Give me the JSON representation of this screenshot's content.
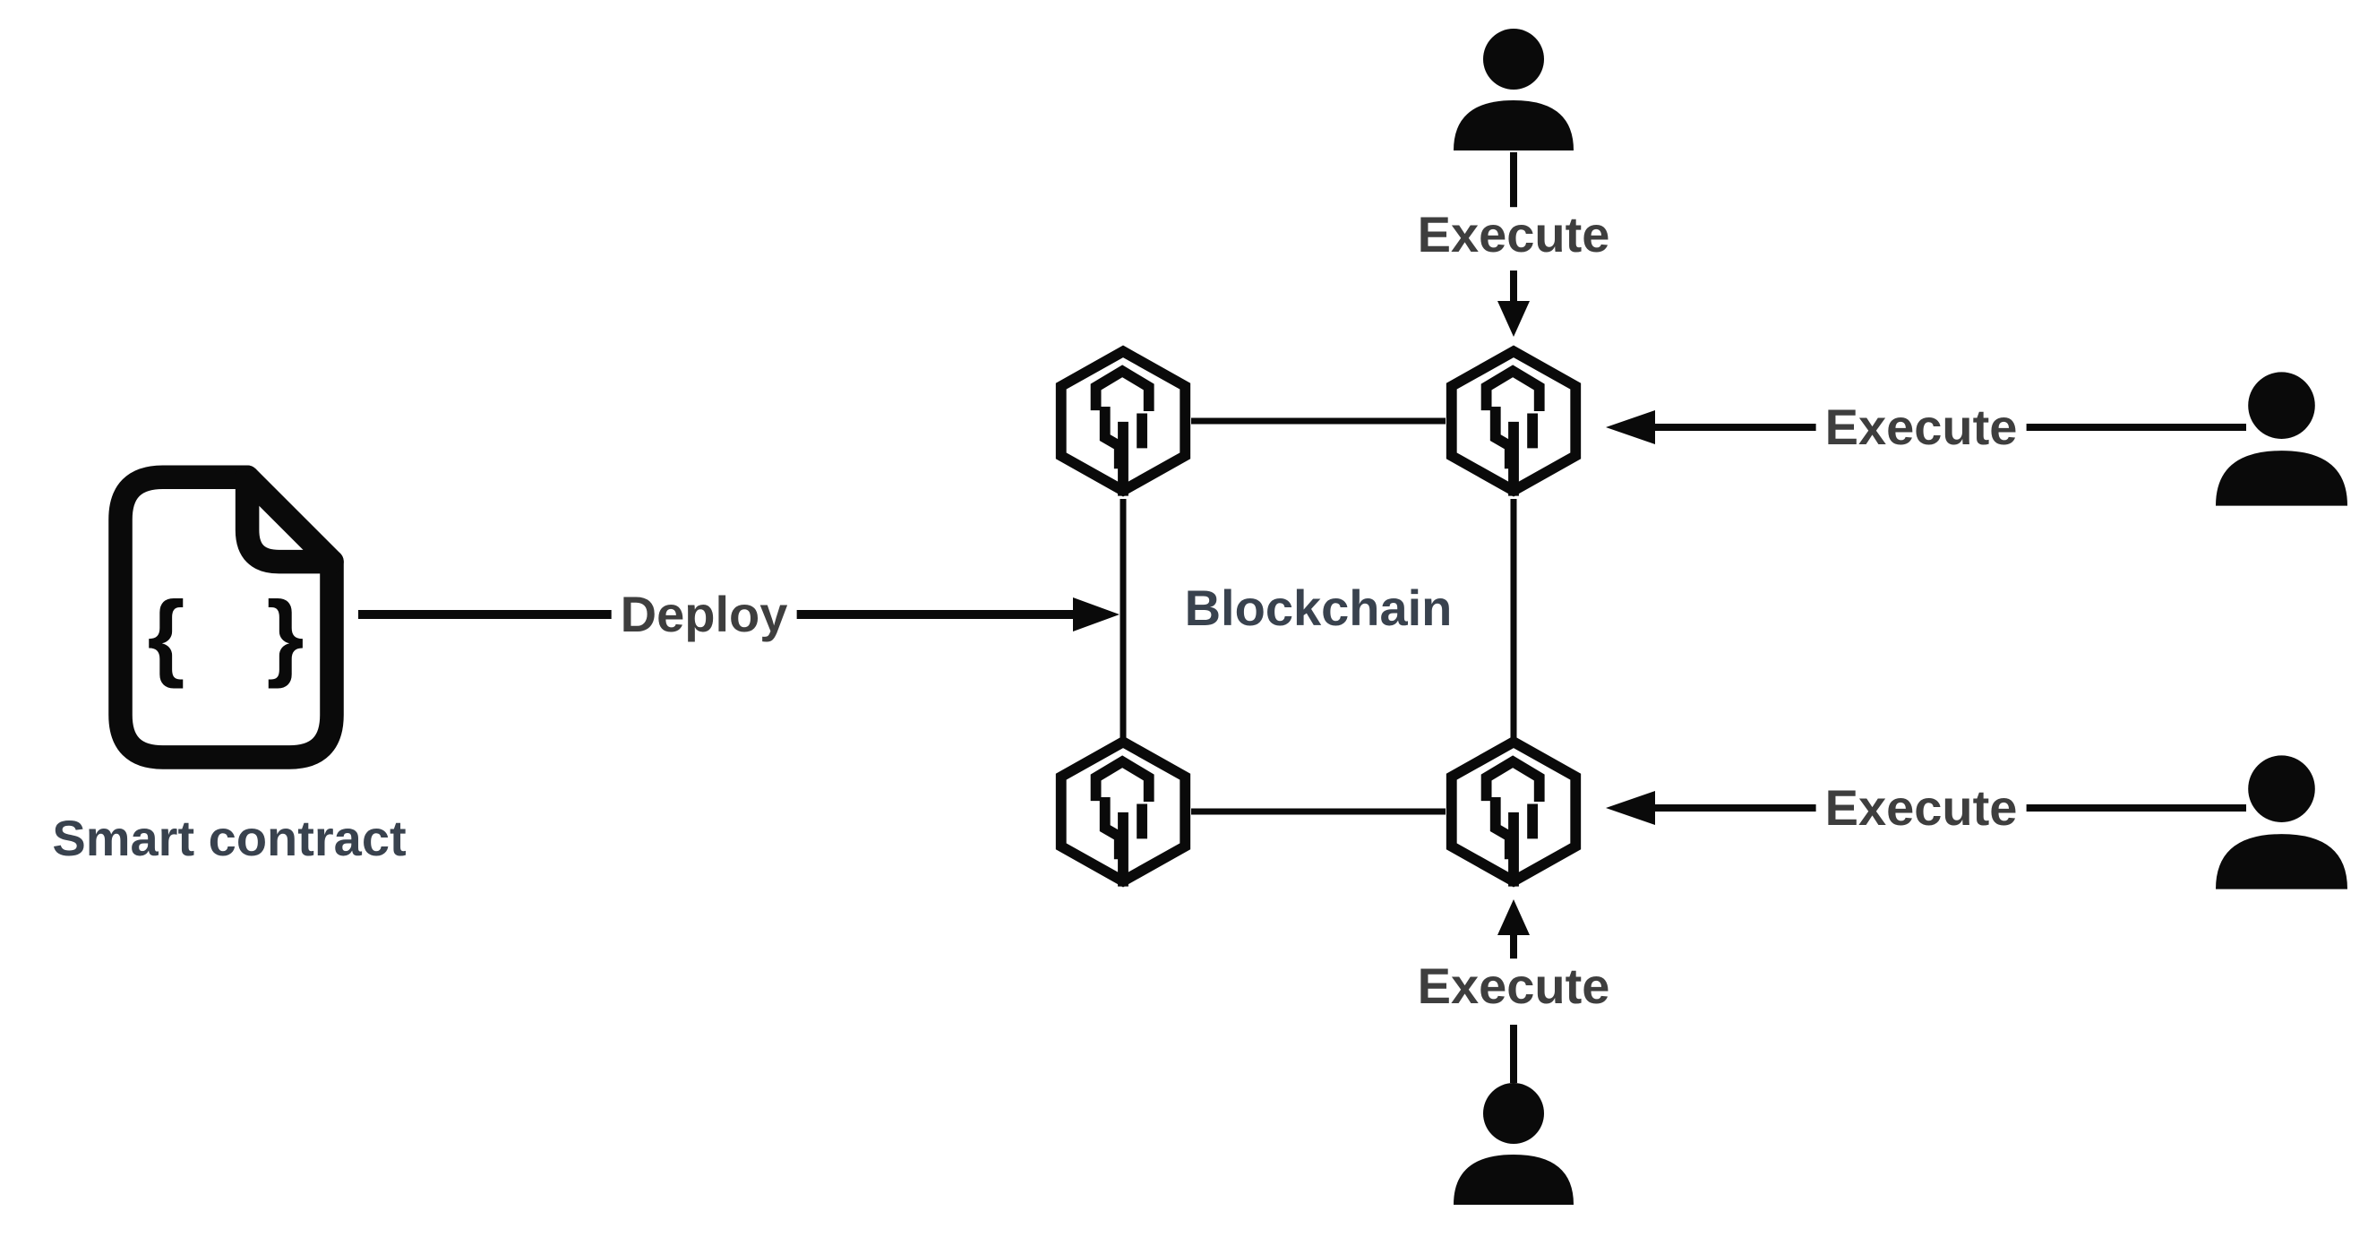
{
  "diagram": {
    "background_color": "#ffffff",
    "shape_color": "#0a0a0a",
    "flow_label_color": "#3e3e3e",
    "entity_label_color": "#39424e",
    "smart_contract": {
      "label": "Smart contract",
      "glyph": "{ }",
      "icon": "code-file-icon"
    },
    "blockchain": {
      "label": "Blockchain",
      "node_icon": "cube-icon",
      "node_count": 4
    },
    "users": {
      "icon": "person-icon",
      "count": 4
    },
    "edges": {
      "deploy": {
        "label": "Deploy",
        "direction": "right"
      },
      "execute_top": {
        "label": "Execute",
        "direction": "down"
      },
      "execute_right_top": {
        "label": "Execute",
        "direction": "left"
      },
      "execute_right_bottom": {
        "label": "Execute",
        "direction": "left"
      },
      "execute_bottom": {
        "label": "Execute",
        "direction": "up"
      }
    }
  }
}
